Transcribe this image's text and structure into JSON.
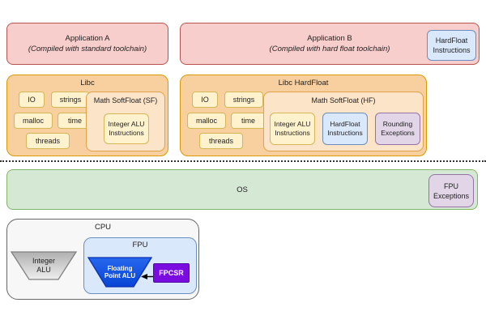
{
  "diagram": {
    "applications": {
      "app_a": {
        "title": "Application A",
        "subtitle": "(Compiled with standard toolchain)"
      },
      "app_b": {
        "title": "Application B",
        "subtitle": "(Compiled with hard float toolchain)",
        "hardfloat_instructions_label": "HardFloat Instructions"
      }
    },
    "libc": {
      "title": "Libc",
      "modules": [
        "IO",
        "strings",
        "malloc",
        "time",
        "threads"
      ],
      "math_softfloat": {
        "title": "Math SoftFloat (SF)",
        "integer_alu_instructions_label": "Integer ALU Instructions"
      }
    },
    "libc_hardfloat": {
      "title": "Libc HardFloat",
      "modules": [
        "IO",
        "strings",
        "malloc",
        "time",
        "threads"
      ],
      "math_softfloat": {
        "title": "Math SoftFloat (HF)",
        "integer_alu_instructions_label": "Integer ALU Instructions",
        "hardfloat_instructions_label": "HardFloat Instructions",
        "rounding_exceptions_label": "Rounding Exceptions"
      }
    },
    "os": {
      "title": "OS",
      "fpu_exceptions_label": "FPU Exceptions"
    },
    "cpu": {
      "title": "CPU",
      "integer_alu_label": "Integer ALU",
      "fpu": {
        "title": "FPU",
        "floating_point_alu_label": "Floating Point ALU",
        "fpcsr_label": "FPCSR"
      }
    }
  },
  "colors": {
    "application_fill": "#f8cecc",
    "application_stroke": "#b85450",
    "libc_fill": "#f8cf9f",
    "libc_stroke": "#d79b00",
    "math_box_fill": "#fce4c8",
    "module_fill": "#fff2cc",
    "module_stroke": "#d6b656",
    "blue_box_fill": "#dae8fc",
    "blue_box_stroke": "#6c8ebf",
    "purple_box_fill": "#e1d5e7",
    "purple_box_stroke": "#9673a6",
    "os_fill": "#d5e8d4",
    "os_stroke": "#82b366",
    "cpu_fill": "#f7f7f7",
    "cpu_stroke": "#666666",
    "integer_alu_fill_top": "#b0b0b0",
    "integer_alu_fill_bottom": "#eeeeee",
    "fp_alu_fill": "#1456e0",
    "fpcsr_fill": "#7a0ce0"
  }
}
